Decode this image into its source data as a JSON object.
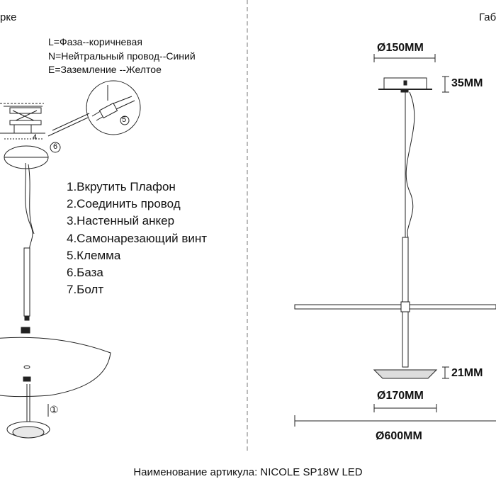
{
  "left_panel": {
    "title_fragment": "рке",
    "wiring_legend": [
      "L=Фаза--коричневая",
      "N=Нейтральный провод--Синий",
      "E=Заземление --Желтое"
    ],
    "steps": [
      "1.Вкрутить Плафон",
      "2.Соединить провод",
      "3.Настенный анкер",
      "4.Самонарезающий винт",
      "5.Клемма",
      "6.База",
      "7.Болт"
    ],
    "callouts": [
      "4",
      "5",
      "6",
      "①"
    ]
  },
  "right_panel": {
    "title_fragment": "Габ",
    "dimensions": {
      "canopy_diameter": "Ø150MM",
      "canopy_height": "35MM",
      "shade_height": "21MM",
      "shade_diameter": "Ø170MM",
      "total_diameter": "Ø600MM"
    }
  },
  "footer": {
    "article_name": "Наименование артикула: NICOLE SP18W LED"
  }
}
